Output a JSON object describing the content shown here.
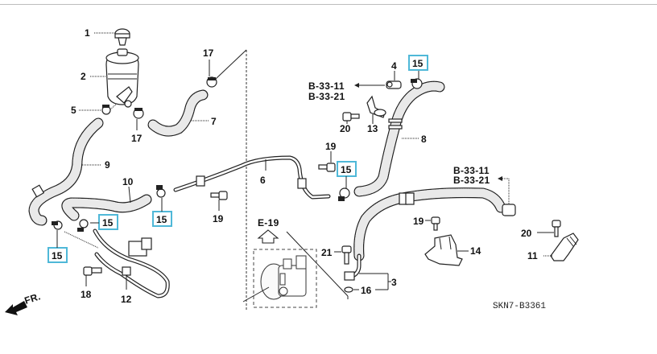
{
  "diagram": {
    "title_code": "SKN7-B3361",
    "front_marker": "FR.",
    "section_ref": "E-19",
    "callouts": {
      "p1": "1",
      "p2": "2",
      "p3": "3",
      "p4": "4",
      "p5": "5",
      "p6": "6",
      "p7": "7",
      "p8": "8",
      "p9": "9",
      "p10": "10",
      "p11": "11",
      "p12": "12",
      "p13": "13",
      "p14": "14",
      "p15": "15",
      "p16": "16",
      "p17": "17",
      "p18": "18",
      "p19": "19",
      "p20": "20",
      "p21": "21"
    },
    "cross_refs": {
      "upper": [
        "B-33-11",
        "B-33-21"
      ],
      "lower": [
        "B-33-11",
        "B-33-21"
      ]
    },
    "highlight_color": "#4fb8d8"
  }
}
